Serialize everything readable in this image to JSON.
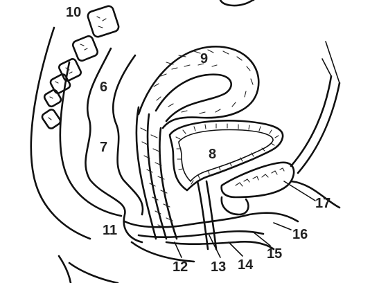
{
  "figure": {
    "labels": {
      "l6": "6",
      "l7": "7",
      "l8": "8",
      "l9": "9",
      "l10": "10",
      "l11": "11",
      "l12": "12",
      "l13": "13",
      "l14": "14",
      "l15": "15",
      "l16": "16",
      "l17": "17"
    },
    "colors": {
      "ink": "#111111",
      "background": "#ffffff"
    }
  }
}
